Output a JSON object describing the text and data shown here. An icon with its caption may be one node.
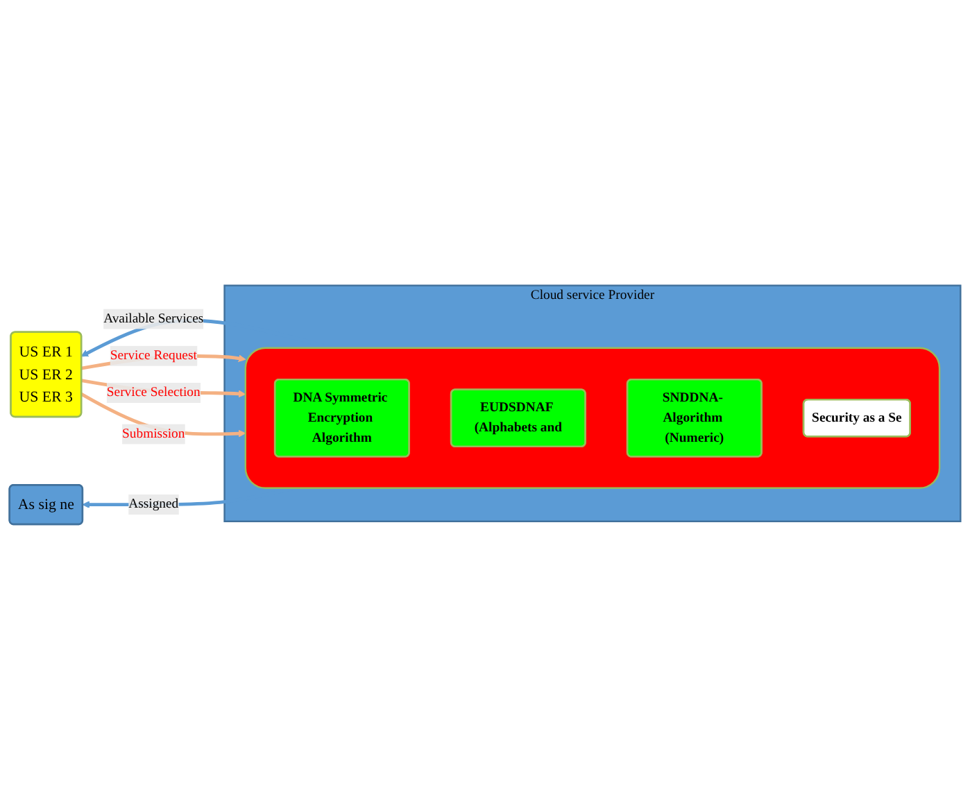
{
  "diagram": {
    "nodes": [
      {
        "text": [
          "Cloud service Provider"
        ]
      },
      {
        "text": [
          "US ER 1",
          "US ER 2",
          "US ER 3"
        ]
      },
      {
        "text": [],
        "shape": "box",
        "in": 0
      },
      {
        "text": [
          "DNA Symmetric Encryption Algorithm"
        ],
        "in": 2
      },
      {
        "text": [
          "EUDSDNAF (Alphabets and"
        ],
        "in": 2
      },
      {
        "text": [
          "SNDDNA- Algorithm (Numeric)"
        ],
        "in": 2
      },
      {
        "text": [
          "Security as a Se"
        ],
        "in": 2
      },
      {
        "text": [
          "As sig ne"
        ]
      }
    ],
    "edges": [
      {
        "from": 1,
        "to": 2,
        "arrow": "to",
        "label": "Service Request"
      },
      {
        "from": 2,
        "to": 1,
        "arrow": "to",
        "label": "Available Services",
        "color": "#5b9bd5"
      },
      {
        "from": 1,
        "to": 2,
        "arrow": "to",
        "label": "Service Selection"
      },
      {
        "from": 1,
        "to": 2,
        "arrow": "to",
        "label": "Submission"
      },
      {
        "from": 2,
        "to": 7,
        "arrow": "to",
        "label": "Assigned",
        "color": "#5b9bd5"
      }
    ]
  }
}
